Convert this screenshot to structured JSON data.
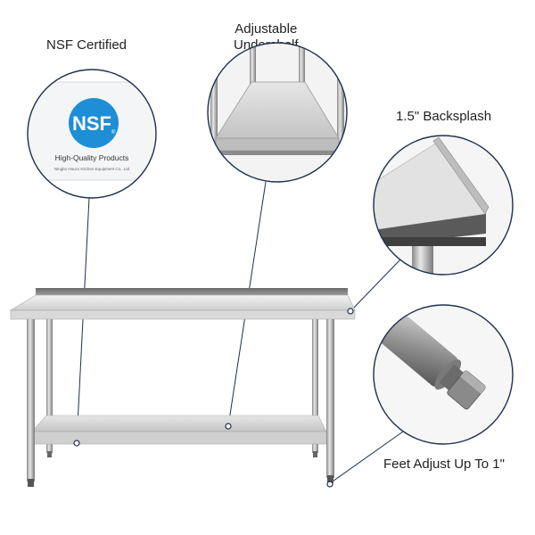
{
  "callouts": {
    "nsf_certified": "NSF Certified",
    "undershelf_line1": "Adjustable",
    "undershelf_line2": "Undershelf",
    "backsplash": "1.5\" Backsplash",
    "feet_adjust": "Feet Adjust Up To 1\""
  },
  "nsf_card": {
    "logo": "NSF",
    "registered": "®",
    "tagline": "High-Quality Products",
    "maker": "Ningbo Hauxx Kitchen Equipment Co., Ltd"
  },
  "colors": {
    "callout_ring": "#1f2f4f",
    "nsf_blue": "#1e8fd6",
    "steel_light": "#e4e4e4",
    "steel_mid": "#b8b8b8",
    "steel_dark": "#6e6e6e"
  }
}
